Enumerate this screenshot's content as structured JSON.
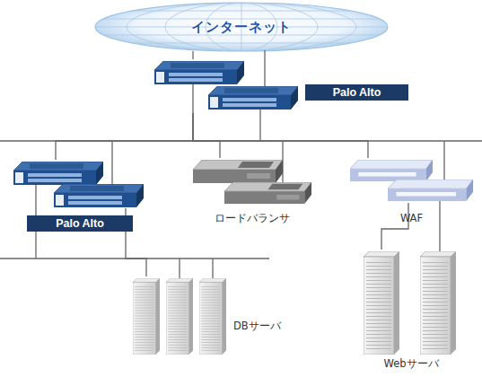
{
  "diagram": {
    "nodes": [
      {
        "text": [
          "インターネット"
        ]
      },
      {
        "text": [
          "Palo Alto"
        ]
      },
      {
        "text": [
          "Palo Alto"
        ]
      },
      {
        "text": [
          "ロードバランサ"
        ]
      },
      {
        "text": [
          "WAF"
        ]
      },
      {
        "text": [
          "DBサーバ"
        ]
      },
      {
        "text": [
          "Webサーバ"
        ]
      }
    ],
    "edges": [
      {
        "from": 0,
        "to": 1,
        "arrow": "none"
      },
      {
        "from": 1,
        "to": 2,
        "arrow": "none"
      },
      {
        "from": 1,
        "to": 3,
        "arrow": "none"
      },
      {
        "from": 1,
        "to": 4,
        "arrow": "none"
      },
      {
        "from": 2,
        "to": 5,
        "arrow": "none"
      },
      {
        "from": 4,
        "to": 6,
        "arrow": "none"
      }
    ]
  }
}
